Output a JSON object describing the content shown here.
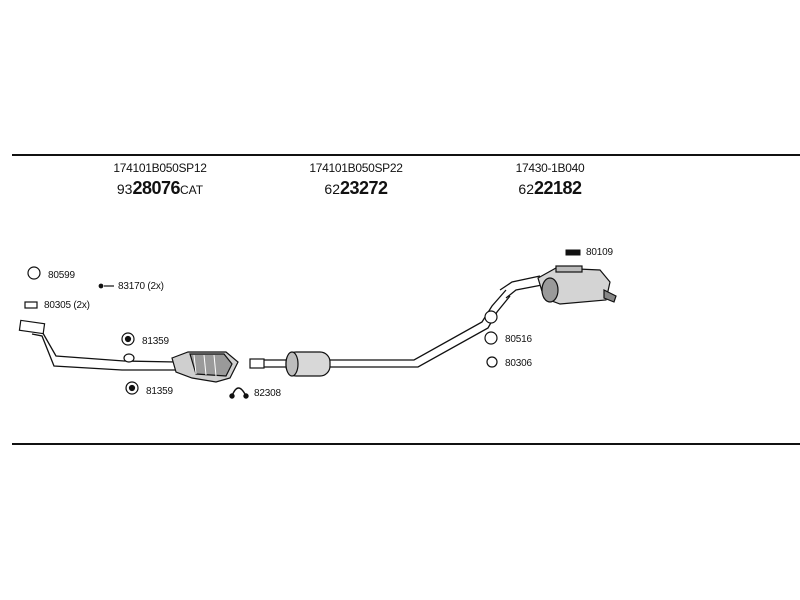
{
  "headers": [
    {
      "part_number": "174101B050SP12",
      "code_prefix": "93",
      "code_main": "28076",
      "code_suffix": "CAT"
    },
    {
      "part_number": "174101B050SP22",
      "code_prefix": "62",
      "code_main": "23272",
      "code_suffix": ""
    },
    {
      "part_number": "17430-1B040",
      "code_prefix": "62",
      "code_main": "22182",
      "code_suffix": ""
    }
  ],
  "parts": {
    "p80599": "80599",
    "p83170": "83170 (2x)",
    "p80305": "80305 (2x)",
    "p81359_top": "81359",
    "p81359_bottom": "81359",
    "p82308": "82308",
    "p80516": "80516",
    "p80306": "80306",
    "p80109": "80109"
  }
}
